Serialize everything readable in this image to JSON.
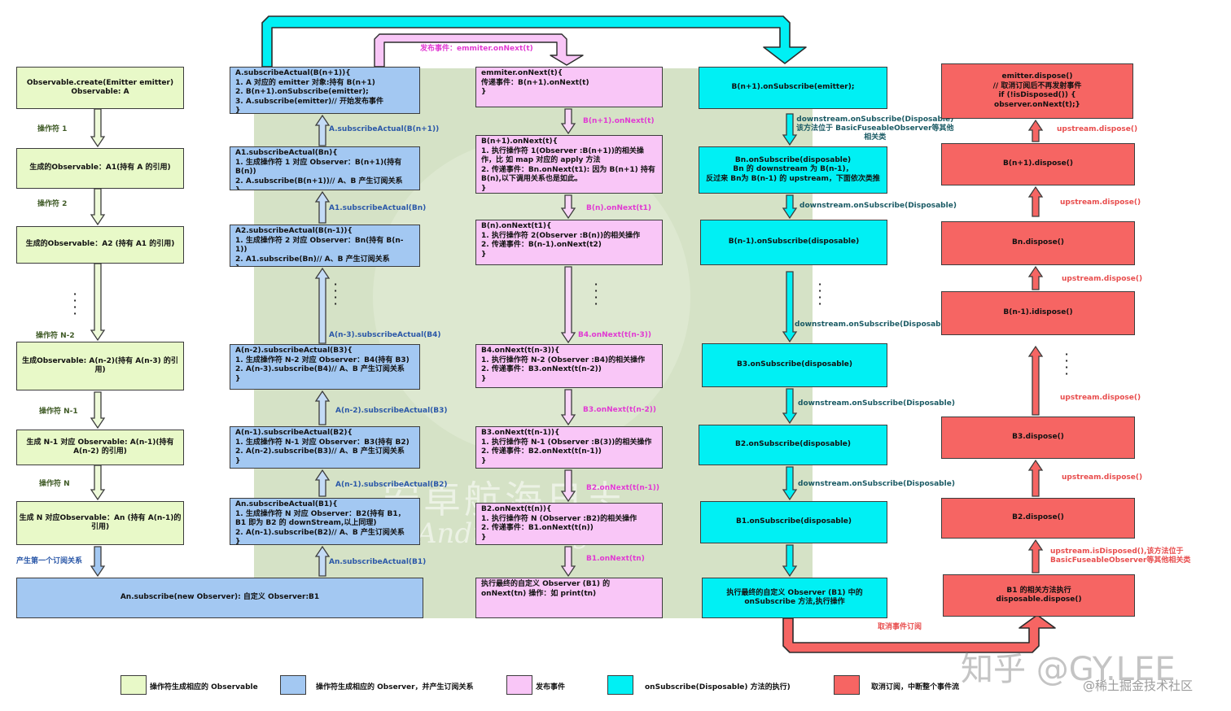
{
  "header_label": "发布事件：emmiter.onNext(t)",
  "col1": {
    "boxes": [
      "Observable.create(Emitter emitter)\nObservable: A",
      "生成的Observable：A1(持有 A 的引用)",
      "生成的Observable：A2 (持有 A1 的引用)",
      "生成Observable: A(n-2)(持有 A(n-3) 的引用)",
      "生成 N-1 对应 Observable: A(n-1)(持有 A(n-2) 的引用)",
      "生成 N 对应Observable：An (持有 A(n-1)的引用)"
    ],
    "labels": [
      "操作符 1",
      "操作符 2",
      "操作符 N-2",
      "操作符 N-1",
      "操作符 N"
    ],
    "first_sub_label": "产生第一个订阅关系",
    "bottom": "An.subscribe(new Observer): 自定义 Observer:B1"
  },
  "col2": {
    "boxes": [
      "A.subscribeActual(B(n+1)){\n  1. A 对应的 emitter 对象:持有 B(n+1)\n  2. B(n+1).onSubscribe(emitter);\n  3. A.subscribe(emitter)// 开始发布事件\n}",
      "A1.subscribeActual(Bn){\n  1. 生成操作符 1 对应 Observer：B(n+1)(持有 B(n))\n  2. A.subscribe(B(n+1))// A、B 产生订阅关系\n}",
      "A2.subscribeActual(B(n-1)){\n  1. 生成操作符 2 对应 Observer：Bn(持有 B(n-1))\n  2. A1.subscribe(Bn)// A、B 产生订阅关系\n}",
      "A(n-2).subscribeActual(B3){\n  1. 生成操作符 N-2 对应 Observer：B4(持有 B3)\n  2. A(n-3).subscribe(B4)// A、B 产生订阅关系\n}",
      "A(n-1).subscribeActual(B2){\n  1. 生成操作符 N-1 对应 Observer：B3(持有 B2)\n  2. A(n-2).subscribe(B3)// A、B 产生订阅关系\n}",
      "An.subscribeActual(B1){\n  1. 生成操作符 N 对应 Observer：B2(持有 B1，B1        即为 B2 的 downStream,以上同理)\n  2. A(n-1).subscribe(B2)// A、B 产生订阅关系\n}"
    ],
    "labels": [
      "A.subscribeActual(B(n+1))",
      "A1.subscribeActual(Bn)",
      "A(n-3).subscribeActual(B4)",
      "A(n-2).subscribeActual(B3)",
      "A(n-1).subscribeActual(B2)",
      "An.subscribeActual(B1)"
    ]
  },
  "col3": {
    "boxes": [
      "emmiter.onNext(t){\n  传递事件：B(n+1).onNext(t)\n}",
      "B(n+1).onNext(t){\n  1. 执行操作符 1(Observer :B(n+1))的相关操作，比        如  map 对应的 apply 方法\n  2. 传递事件：Bn.onNext(t1): 因为 B(n+1) 持有        B(n),以下调用关系也是如此。\n}",
      "B(n).onNext(t1){\n  1. 执行操作符 2(Observer :B(n))的相关操作\n  2. 传递事件：B(n-1).onNext(t2)\n}",
      "B4.onNext(t(n-3)){\n  1. 执行操作符 N-2 (Observer :B4)的相关操作\n  2. 传递事件：B3.onNext(t(n-2))\n}",
      "B3.onNext(t(n-1)){\n  1. 执行操作符 N-1 (Observer :B(3))的相关操作\n  2. 传递事件：B2.onNext(t(n-1))\n}",
      "B2.onNext(t(n)){\n  1. 执行操作符 N (Observer :B2)的相关操作\n  2. 传递事件：B1.onNext(t(n))\n}",
      "执行最终的自定义 Observer (B1) 的\nonNext(tn) 操作：如 print(tn)"
    ],
    "labels": [
      "B(n+1).onNext(t)",
      "B(n).onNext(t1)",
      "B4.onNext(t(n-3))",
      "B3.onNext(t(n-2))",
      "B2.onNext(t(n-1))",
      "B1.onNext(tn)"
    ]
  },
  "col4": {
    "boxes": [
      "B(n+1).onSubscribe(emitter);",
      "Bn.onSubscribe(disposable)\nBn 的 downstream 为 B(n-1)，\n反过来 Bn为 B(n-1) 的 upstream，下面依次类推",
      "B(n-1).onSubscribe(disposable)",
      "B3.onSubscribe(disposable)",
      "B2.onSubscribe(disposable)",
      "B1.onSubscribe(disposable)",
      "执行最终的自定义 Observer (B1) 中的\nonSubscribe 方法,执行操作"
    ],
    "labels": [
      "downstream.onSubscribe(Disposable)\n该方法位于 BasicFuseableObserver等其他\n相关类",
      "downstream.onSubscribe(Disposable)",
      "downstream.onSubscribe(Disposable)",
      "downstream.onSubscribe(Disposable)",
      "downstream.onSubscribe(Disposable)"
    ],
    "cancel_label": "取消事件订阅"
  },
  "col5": {
    "boxes": [
      "emitter.dispose()\n// 取消订阅后不再发射事件\nif (!isDisposed()) {\nobserver.onNext(t);}",
      "B(n+1).dispose()",
      "Bn.dispose()",
      "B(n-1).idispose()",
      "B3.dispose()",
      "B2.dispose()",
      "B1 的相关方法执行\ndisposable.dispose()"
    ],
    "labels": [
      "upstream.dispose()",
      "upstream.dispose()",
      "upstream.dispose()",
      "upstream.dispose()",
      "upstream.dispose()",
      "upstream.isDisposed(),该方法位于\nBasicFuseableObserver等其他相关类"
    ]
  },
  "legend": [
    {
      "color": "#e8f9c8",
      "text": "操作符生成相应的 Observable"
    },
    {
      "color": "#a3c8f2",
      "text": "操作符生成相应的 Observer，并产生订阅关系"
    },
    {
      "color": "#f9c6f7",
      "text": "发布事件"
    },
    {
      "color": "#00f0f4",
      "text": "onSubscribe(Disposable) 方法的执行)"
    },
    {
      "color": "#f66563",
      "text": "取消订阅，中断整个事件流"
    }
  ],
  "watermarks": {
    "center_cn": "安卓航海日志",
    "center_en": "Android Logbook",
    "zhihu": "知乎 @GY.LEE",
    "juejin": "@稀土掘金技术社区"
  },
  "colors": {
    "green": "#e8f9c8",
    "blue": "#a3c8f2",
    "pink": "#f9c6f7",
    "cyan": "#00f0f4",
    "red": "#f66563",
    "watermark_bg": "#d5e2c6"
  }
}
